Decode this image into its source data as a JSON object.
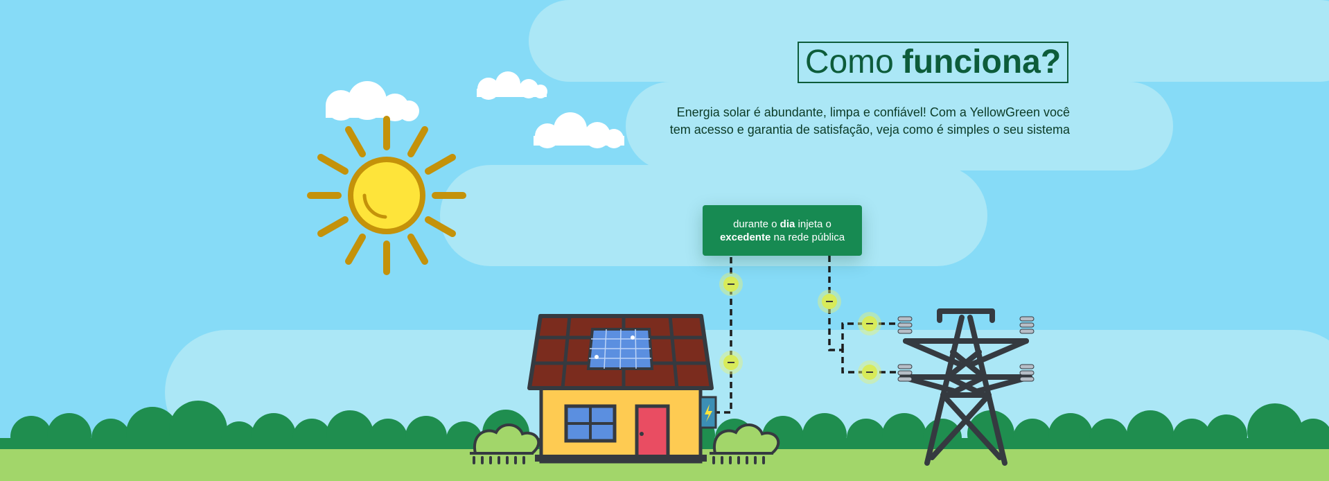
{
  "heading": {
    "light": "Como",
    "bold": "funciona?"
  },
  "intro": {
    "line1": "Energia solar é abundante, limpa e confiável! Com a YellowGreen você",
    "line2": "tem acesso e garantia de satisfação, veja como é simples o seu sistema"
  },
  "callout": {
    "line1_pre": "durante o",
    "line1_bold": "dia",
    "line1_post": "injeta o",
    "line2_bold": "excedente",
    "line2_post": "na rede pública"
  },
  "icons": {
    "sun": "sun-icon",
    "house": "house-icon",
    "solar_panel": "solar-panel-icon",
    "power_tower": "power-tower-icon",
    "meter": "meter-icon"
  },
  "colors": {
    "sky": "#86dbf7",
    "cloud_band": "#abe7f6",
    "brand_green": "#178a52",
    "dark_green": "#0d5c3a",
    "grass": "#a2d66a",
    "trees": "#1f8e4f",
    "sun": "#fee43a",
    "sun_rays": "#c4920a",
    "energy_dot": "#d8eb5a"
  }
}
